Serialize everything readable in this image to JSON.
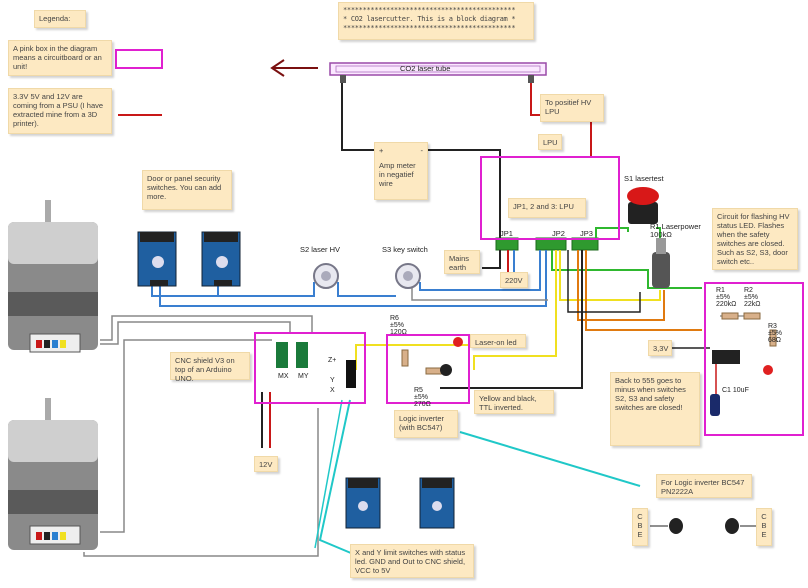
{
  "notes": {
    "legend_title": "Legenda:",
    "legend_pink": "A pink box in the diagram means a circuitboard or an unit!",
    "legend_psu": "3.3V 5V and 12V are coming from a PSU (I have extracted mine from a 3D printer).",
    "title_line1": "********************************************",
    "title_line2": "* CO2 lasercutter. This is a block diagram *",
    "title_line3": "********************************************",
    "laser_tube": "CO2 laser tube",
    "to_hv": "To positief HV LPU",
    "lpu": "LPU",
    "amp_plus": "+",
    "amp_minus": "-",
    "amp_meter": "Amp meter in negatief wire",
    "door_switches": "Door or panel security switches. You can add more.",
    "jp_lpu": "JP1, 2 and 3: LPU",
    "mains": "Mains earth",
    "v220": "220V",
    "circuit_hv": "Circuit for flashing HV status LED. Flashes when the safety switches are closed. Such as S2, S3, door switch etc..",
    "cnc_shield": "CNC shield V3 on top of an Arduino UNO.",
    "laser_on": "Laser-on led",
    "v33": "3,3V",
    "back_555": "Back to 555 goes to minus when switches S2, S3 and safety switches are closed!",
    "yellow_black": "Yellow and black, TTL inverted.",
    "logic_inverter": "Logic inverter (with BC547)",
    "v12": "12V",
    "for_logic": "For Logic inverter BC547        PN2222A",
    "limit_switches": "X and Y limit switches with status led. GND and Out to CNC shield, VCC to 5V",
    "cbe_left": "C\nB\nE",
    "cbe_right": "C\nB\nE"
  },
  "labels": {
    "s1": "S1 lasertest",
    "r1_laser": "R1 Laserpower",
    "r1_laser_val": "100kΩ",
    "s2": "S2 laser HV",
    "s3": "S3 key switch",
    "jp1": "JP1",
    "jp2": "JP2",
    "jp3": "JP3",
    "r1": "R1",
    "r1_tol": "±5%",
    "r1_val": "220kΩ",
    "r2": "R2",
    "r2_tol": "±5%",
    "r2_val": "22kΩ",
    "r3": "R3",
    "r3_tol": "±5%",
    "r3_val": "68Ω",
    "c1": "C1 10uF",
    "r6": "R6",
    "r6_tol": "±5%",
    "r6_val": "120Ω",
    "r5": "R5",
    "r5_tol": "±5%",
    "r5_val": "270Ω",
    "zplus": "Z+",
    "y": "Y",
    "x": "X",
    "mx": "MX",
    "my": "MY"
  },
  "colors": {
    "pink": "#e020d0",
    "note_bg": "#fde9c2",
    "wire_blue": "#3a7fd0",
    "wire_green": "#2fb82f",
    "wire_yellow": "#f0e020",
    "wire_orange": "#e07a10",
    "wire_red": "#c81818",
    "wire_black": "#222222",
    "wire_cyan": "#20c8c8",
    "wire_gray": "#888888"
  }
}
